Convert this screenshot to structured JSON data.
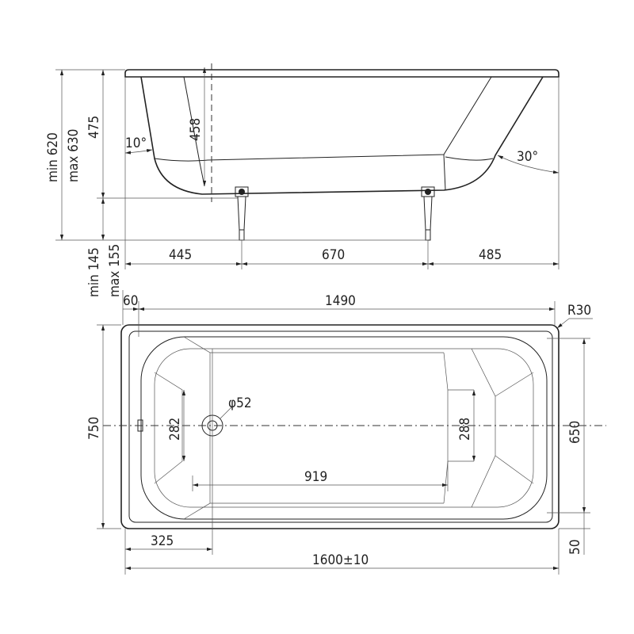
{
  "side_view": {
    "height_min": "min 620",
    "height_max": "max 630",
    "depth_total": "475",
    "depth_inner": "458",
    "leg_min": "min 145",
    "leg_max": "max 155",
    "angle_left": "10°",
    "angle_right": "30°",
    "span_left": "445",
    "span_legs": "670",
    "span_right": "485"
  },
  "top_view": {
    "rim_offset": "60",
    "inner_length": "1490",
    "corner_radius": "R30",
    "width": "750",
    "inner_width": "650",
    "head_width": "282",
    "foot_width": "288",
    "drain_diameter": "φ52",
    "floor_length": "919",
    "drain_offset": "325",
    "length": "1600±10",
    "rim_edge": "50"
  }
}
